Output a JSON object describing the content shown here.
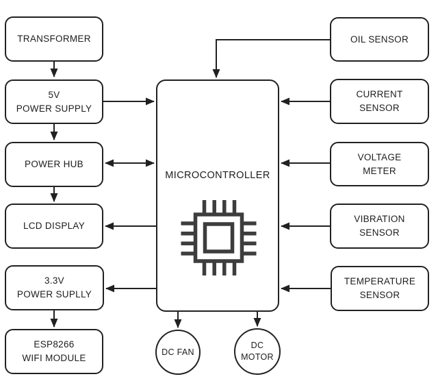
{
  "diagram": {
    "nodes": {
      "transformer": {
        "label": "TRANSFORMER"
      },
      "power_supply_5v": {
        "label": "5V\nPOWER SUPPLY"
      },
      "power_hub": {
        "label": "POWER HUB"
      },
      "lcd_display": {
        "label": "LCD DISPLAY"
      },
      "power_supply_3_3v": {
        "label": "3.3V\nPOWER SUPLLY"
      },
      "esp8266_wifi_module": {
        "label": "ESP8266\nWIFI MODULE"
      },
      "microcontroller": {
        "label": "MICROCONTROLLER",
        "icon": "chip-icon"
      },
      "oil_sensor": {
        "label": "OIL SENSOR"
      },
      "current_sensor": {
        "label": "CURRENT\nSENSOR"
      },
      "voltage_meter": {
        "label": "VOLTAGE\nMETER"
      },
      "vibration_sensor": {
        "label": "VIBRATION\nSENSOR"
      },
      "temperature_sensor": {
        "label": "TEMPERATURE\nSENSOR"
      },
      "dc_fan": {
        "label": "DC FAN"
      },
      "dc_motor": {
        "label": "DC\nMOTOR"
      }
    },
    "edges": [
      {
        "from": "transformer",
        "to": "power_supply_5v",
        "arrow": "one-way"
      },
      {
        "from": "power_supply_5v",
        "to": "microcontroller",
        "arrow": "one-way"
      },
      {
        "from": "power_supply_5v",
        "to": "power_hub",
        "arrow": "one-way"
      },
      {
        "from": "power_hub",
        "to": "microcontroller",
        "arrow": "two-way"
      },
      {
        "from": "power_hub",
        "to": "lcd_display",
        "arrow": "one-way"
      },
      {
        "from": "microcontroller",
        "to": "lcd_display",
        "arrow": "one-way"
      },
      {
        "from": "microcontroller",
        "to": "power_supply_3_3v",
        "arrow": "one-way"
      },
      {
        "from": "power_supply_3_3v",
        "to": "esp8266_wifi_module",
        "arrow": "one-way"
      },
      {
        "from": "oil_sensor",
        "to": "microcontroller",
        "arrow": "one-way"
      },
      {
        "from": "current_sensor",
        "to": "microcontroller",
        "arrow": "one-way"
      },
      {
        "from": "voltage_meter",
        "to": "microcontroller",
        "arrow": "one-way"
      },
      {
        "from": "vibration_sensor",
        "to": "microcontroller",
        "arrow": "one-way"
      },
      {
        "from": "temperature_sensor",
        "to": "microcontroller",
        "arrow": "one-way"
      },
      {
        "from": "microcontroller",
        "to": "dc_fan",
        "arrow": "one-way"
      },
      {
        "from": "microcontroller",
        "to": "dc_motor",
        "arrow": "one-way"
      }
    ],
    "colors": {
      "background": "#ffffff",
      "stroke": "#212121",
      "chip_icon": "#3d3d3d",
      "text": "#1d1d1d"
    }
  }
}
